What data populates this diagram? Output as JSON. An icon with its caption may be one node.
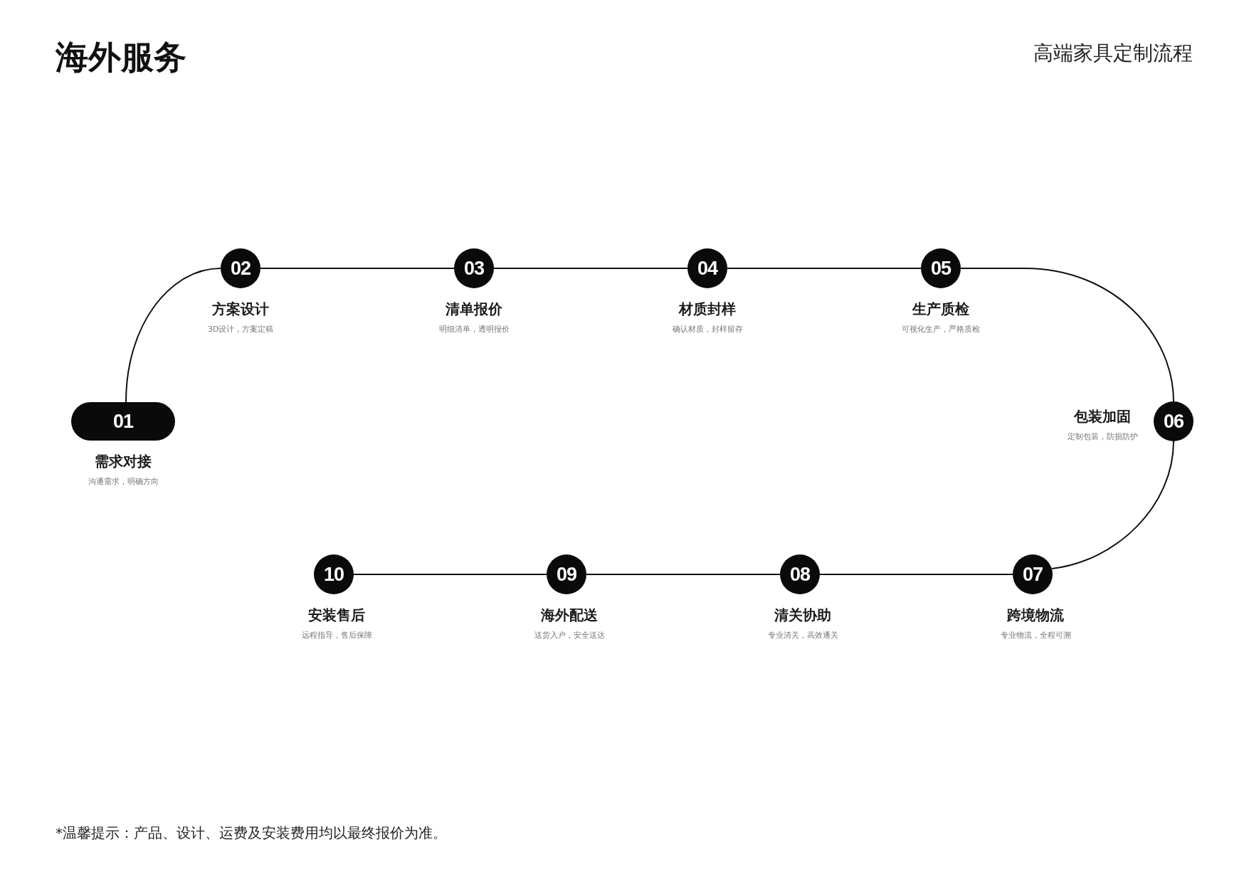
{
  "diagram": {
    "title": "海外服务",
    "nodes": [
      {
        "text": [
          "01"
        ],
        "beside": [
          "需求对接",
          "沟通需求，明确方向"
        ]
      },
      {
        "text": [
          "02"
        ],
        "beside": [
          "方案设计",
          "3D设计，方案定稿"
        ]
      },
      {
        "text": [
          "03"
        ],
        "beside": [
          "清单报价",
          "明细清单，透明报价"
        ]
      },
      {
        "text": [
          "04"
        ],
        "beside": [
          "材质封样",
          "确认材质，封样留存"
        ]
      },
      {
        "text": [
          "05"
        ],
        "beside": [
          "生产质检",
          "可视化生产，严格质检"
        ]
      },
      {
        "text": [
          "06"
        ],
        "beside": [
          "包装加固",
          "定制包装，防损防护"
        ]
      },
      {
        "text": [
          "07"
        ],
        "beside": [
          "跨境物流",
          "专业物流，全程可溯"
        ]
      },
      {
        "text": [
          "08"
        ],
        "beside": [
          "清关协助",
          "专业清关，高效通关"
        ]
      },
      {
        "text": [
          "09"
        ],
        "beside": [
          "海外配送",
          "送货入户，安全送达"
        ]
      },
      {
        "text": [
          "10"
        ],
        "beside": [
          "安装售后",
          "远程指导，售后保障"
        ]
      }
    ],
    "edges": [
      {
        "from": 0,
        "to": 1,
        "arrow": "none"
      },
      {
        "from": 1,
        "to": 2,
        "arrow": "none"
      },
      {
        "from": 2,
        "to": 3,
        "arrow": "none"
      },
      {
        "from": 3,
        "to": 4,
        "arrow": "none"
      },
      {
        "from": 4,
        "to": 5,
        "arrow": "none"
      },
      {
        "from": 5,
        "to": 6,
        "arrow": "none"
      },
      {
        "from": 6,
        "to": 7,
        "arrow": "none"
      },
      {
        "from": 7,
        "to": 8,
        "arrow": "none"
      },
      {
        "from": 8,
        "to": 9,
        "arrow": "none"
      }
    ],
    "labels": [
      "高端家具定制流程",
      "*温馨提示：产品、设计、运费及安装费用均以最终报价为准。"
    ]
  }
}
